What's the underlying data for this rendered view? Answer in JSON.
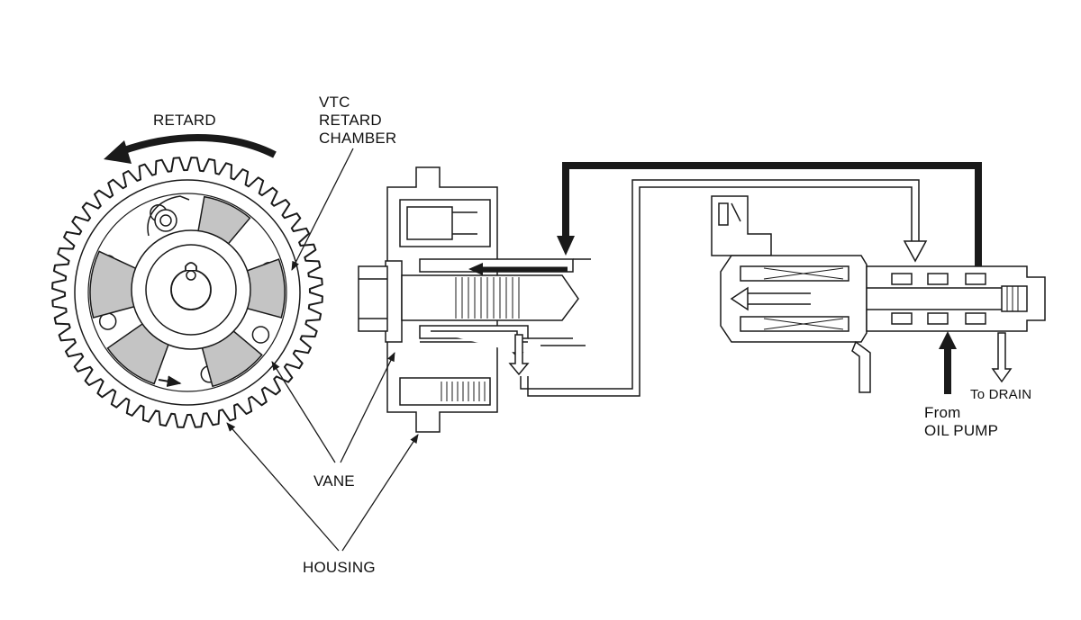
{
  "labels": {
    "retard": "RETARD",
    "vtc_line1": "VTC",
    "vtc_line2": "RETARD",
    "vtc_line3": "CHAMBER",
    "vane": "VANE",
    "housing": "HOUSING",
    "to_drain": "To DRAIN",
    "from": "From",
    "oil_pump": "OIL PUMP"
  },
  "colors": {
    "line": "#1a1a1a",
    "vane_fill": "#c4c4c4",
    "background": "#ffffff"
  }
}
